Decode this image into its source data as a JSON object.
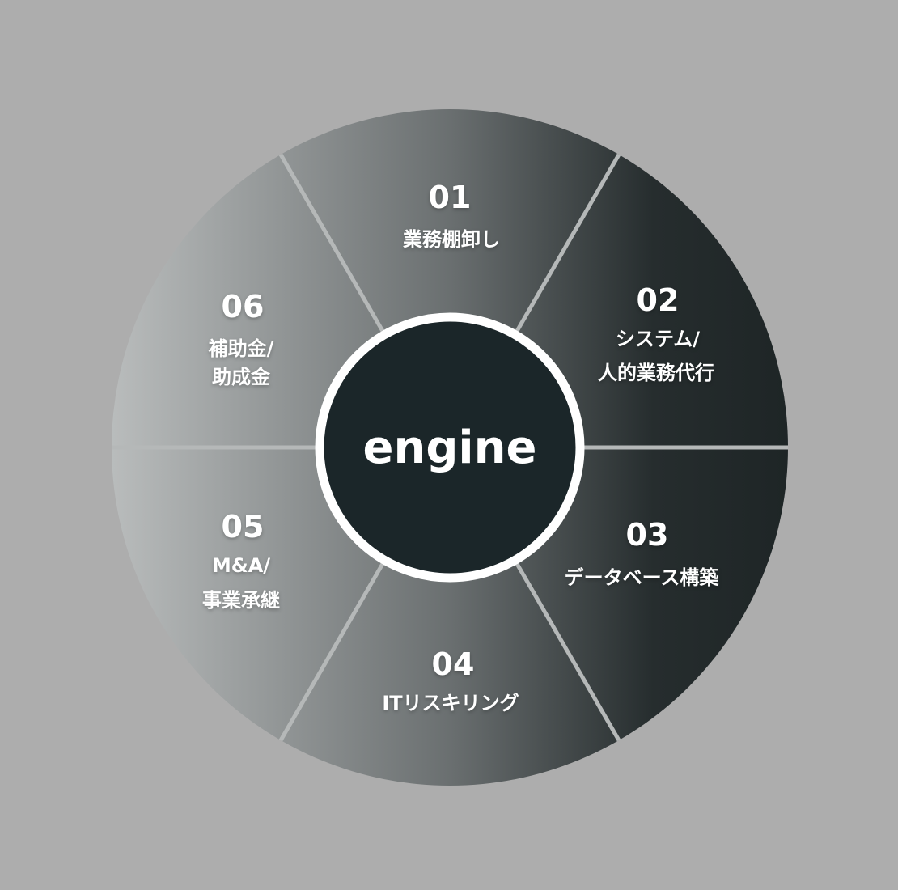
{
  "center": {
    "label": "engine"
  },
  "colors": {
    "background": "#adadad",
    "gradient_left": "#b9bcbc",
    "gradient_right": "#1e2526",
    "hub": "#1b2629",
    "divider": "#b5b8b8"
  },
  "segments": [
    {
      "number": "01",
      "lines": [
        "業務棚卸し"
      ]
    },
    {
      "number": "02",
      "lines": [
        "システム/",
        "人的業務代行"
      ]
    },
    {
      "number": "03",
      "lines": [
        "データベース構築"
      ]
    },
    {
      "number": "04",
      "lines": [
        "ITリスキリング"
      ]
    },
    {
      "number": "05",
      "lines": [
        "M&A/",
        "事業承継"
      ]
    },
    {
      "number": "06",
      "lines": [
        "補助金/",
        "助成金"
      ]
    }
  ]
}
